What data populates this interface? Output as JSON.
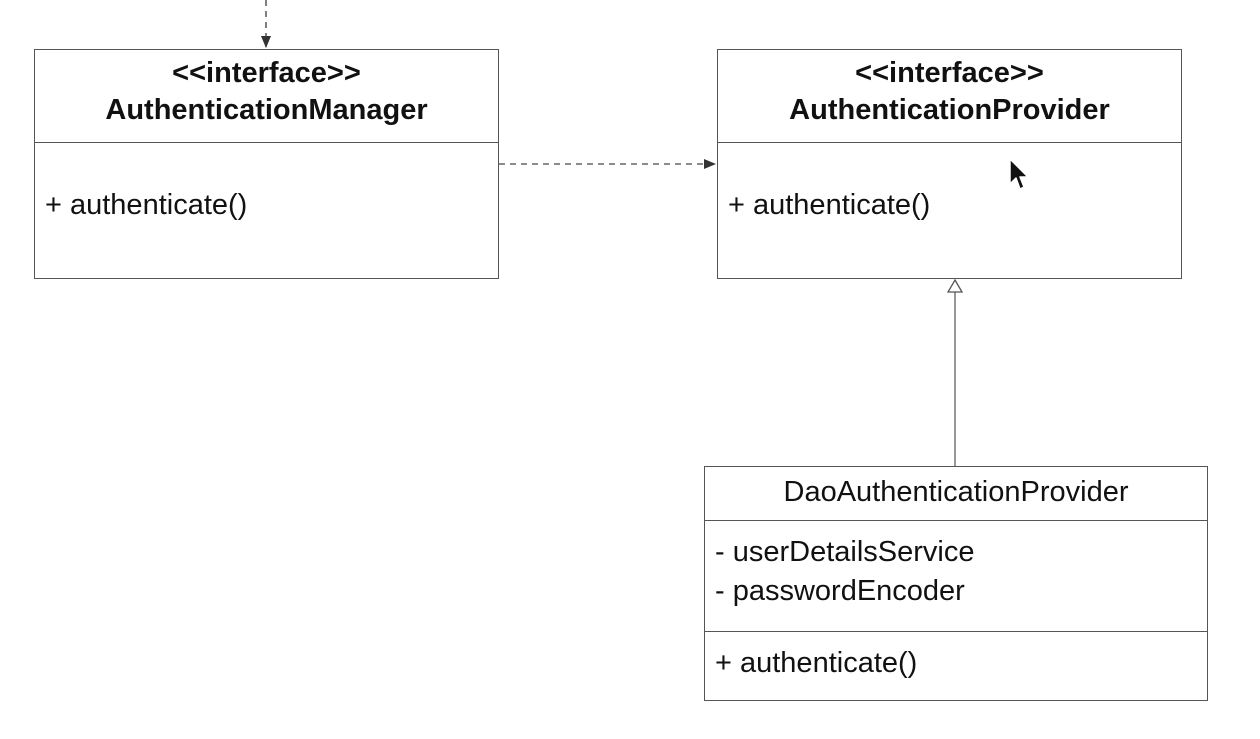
{
  "diagram": {
    "classes": {
      "authentication_manager": {
        "stereotype": "<<interface>>",
        "name": "AuthenticationManager",
        "methods": [
          "+ authenticate()"
        ]
      },
      "authentication_provider": {
        "stereotype": "<<interface>>",
        "name": "AuthenticationProvider",
        "methods": [
          "+ authenticate()"
        ]
      },
      "dao_authentication_provider": {
        "name": "DaoAuthenticationProvider",
        "attributes": [
          "- userDetailsService",
          "- passwordEncoder"
        ],
        "methods": [
          "+ authenticate()"
        ]
      }
    },
    "relations": [
      {
        "type": "dependency",
        "from": "(offscreen)",
        "to": "AuthenticationManager"
      },
      {
        "type": "dependency",
        "from": "AuthenticationManager",
        "to": "AuthenticationProvider"
      },
      {
        "type": "realization",
        "from": "DaoAuthenticationProvider",
        "to": "AuthenticationProvider"
      }
    ],
    "colors": {
      "line": "#555555",
      "text": "#111111",
      "background": "#ffffff"
    }
  }
}
